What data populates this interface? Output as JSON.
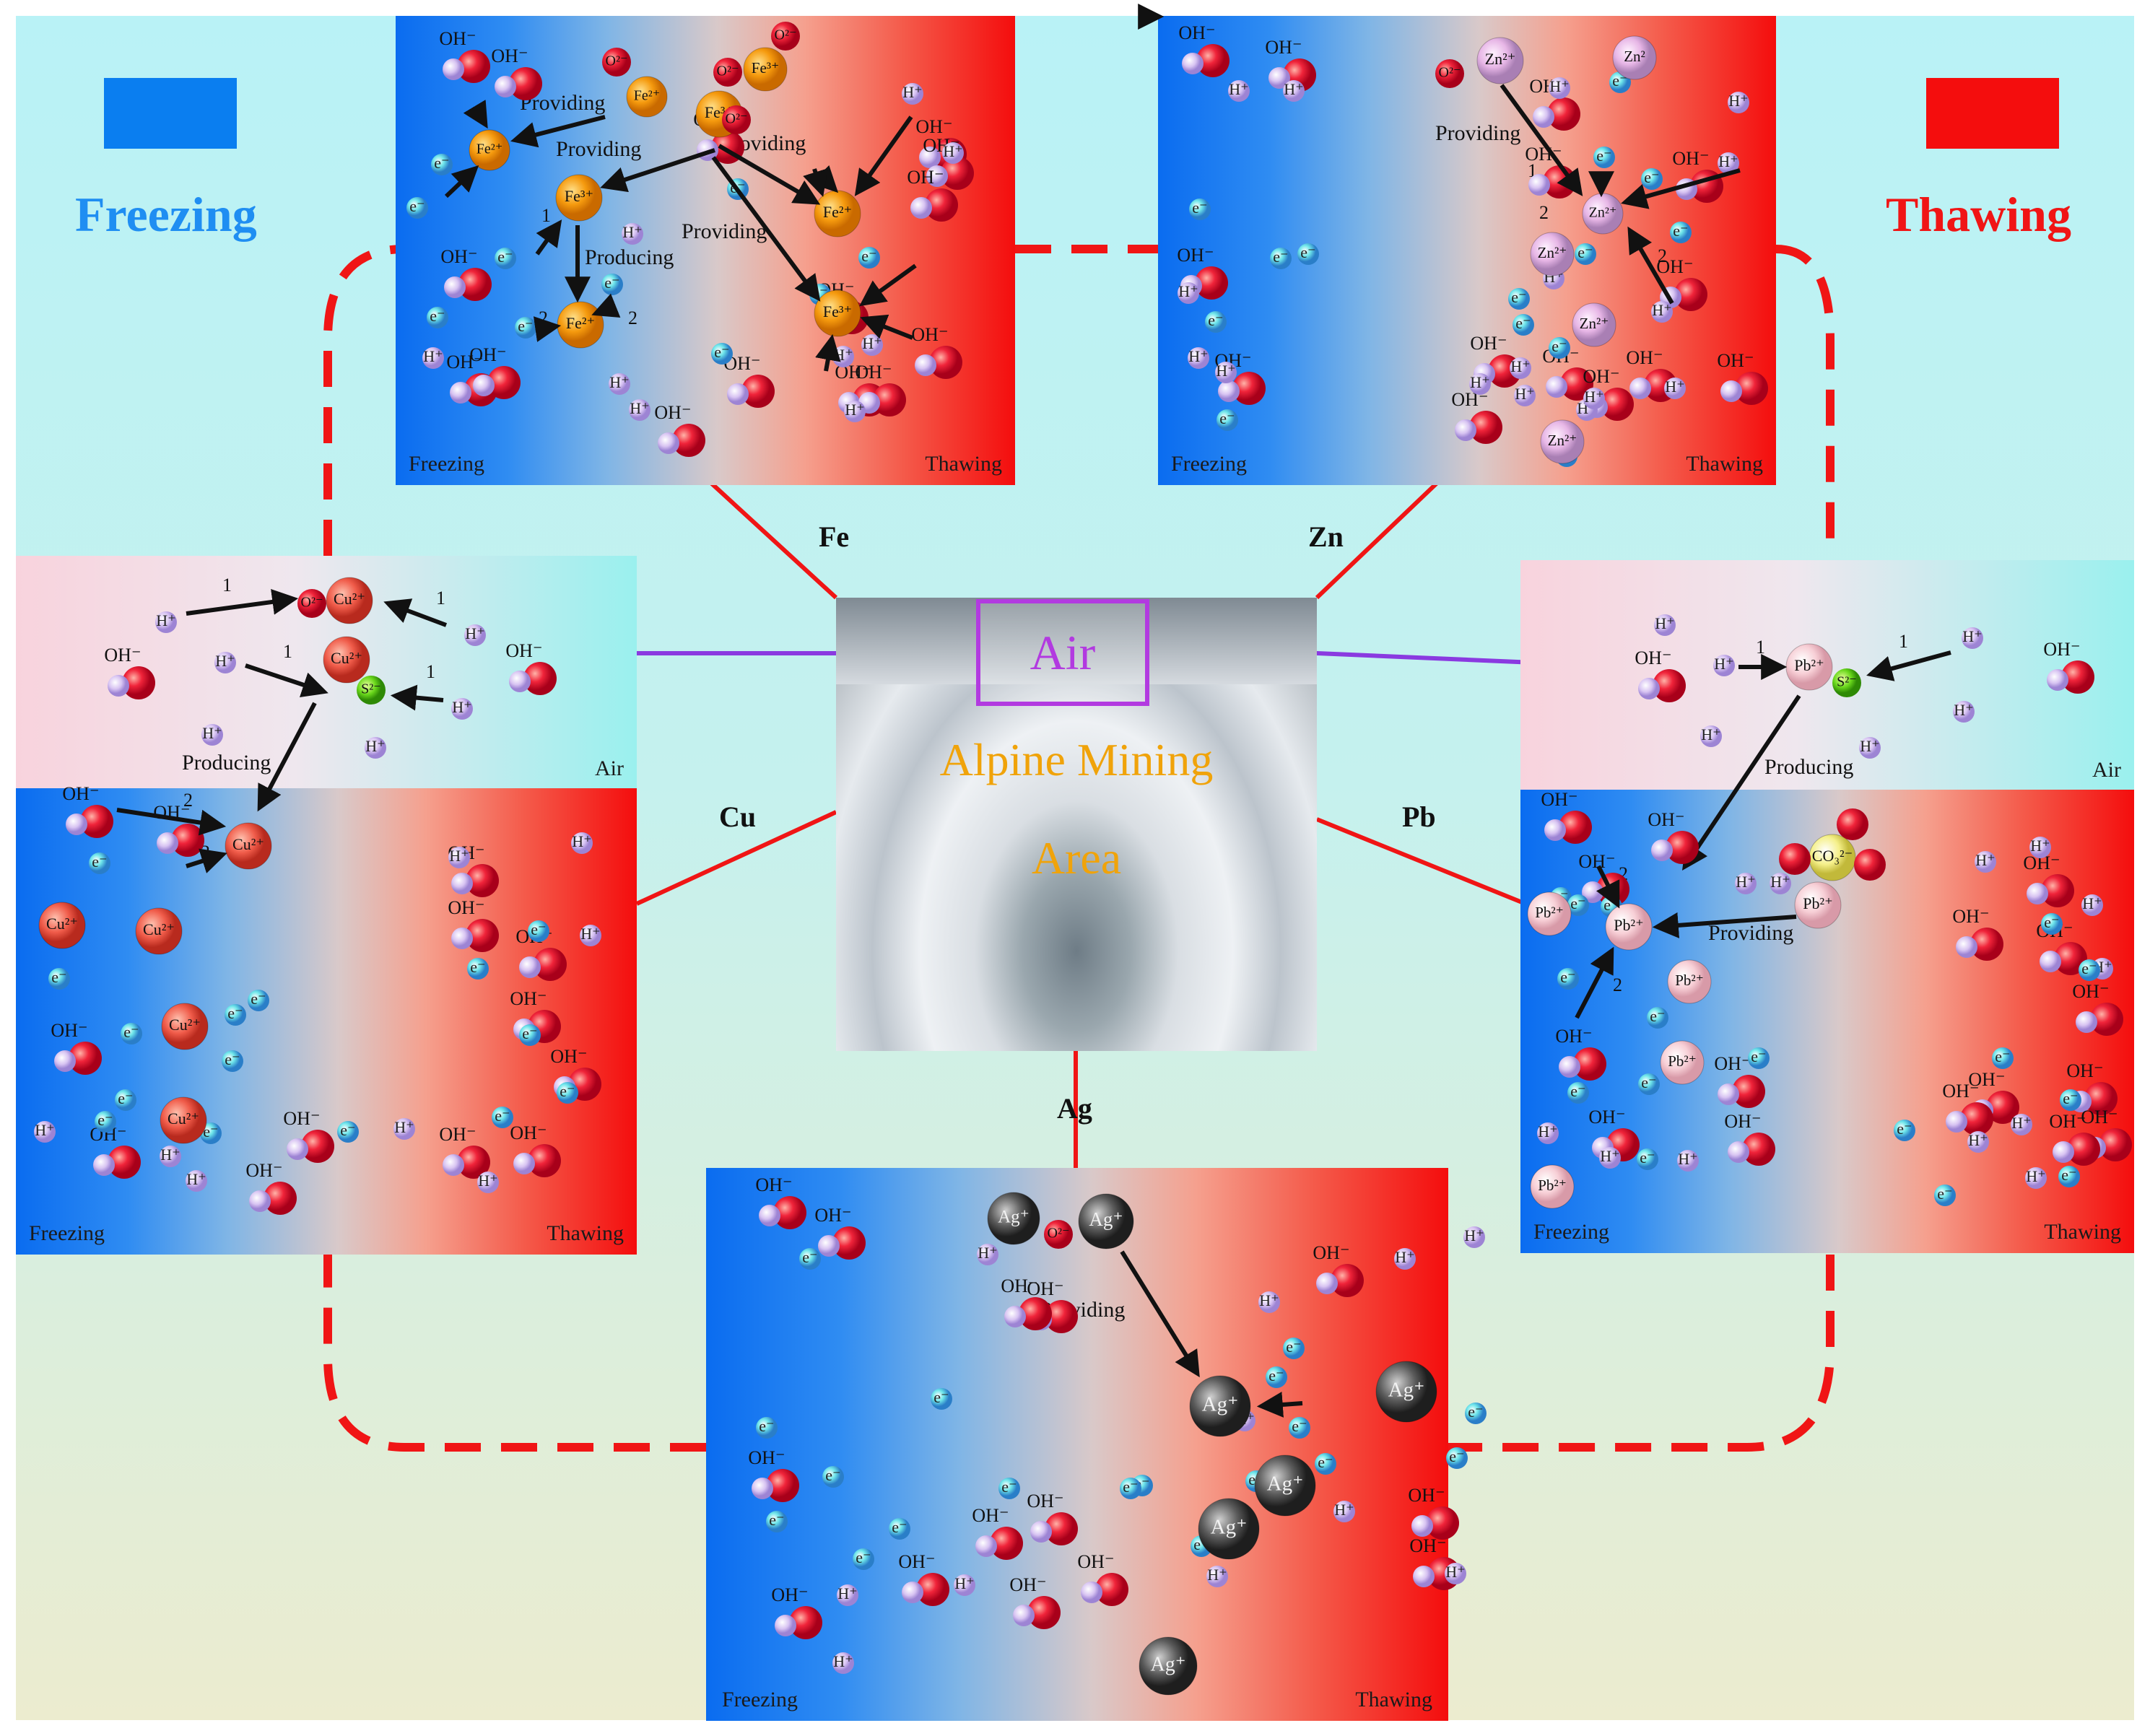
{
  "legend": {
    "freezing_label": "Freezing",
    "thawing_label": "Thawing",
    "freezing_color": "#0a7ef0",
    "thawing_color": "#f40d0d"
  },
  "center": {
    "air_label": "Air",
    "title_line1": "Alpine Mining",
    "title_line2": "Area"
  },
  "metal_labels": {
    "fe": "Fe",
    "zn": "Zn",
    "cu": "Cu",
    "pb": "Pb",
    "ag": "Ag"
  },
  "panel_labels": {
    "freezing": "Freezing",
    "thawing": "Thawing",
    "air": "Air"
  },
  "words": {
    "providing": "Providing",
    "producing": "Producing",
    "step1": "1",
    "step2": "2"
  },
  "species": {
    "oh": "OH⁻",
    "h": "H⁺",
    "e": "e⁻",
    "o2": "O²⁻",
    "s2": "S²⁻",
    "fe2": "Fe²⁺",
    "fe3": "Fe³⁺",
    "zn2": "Zn²⁺",
    "zn2_short": "Zn²",
    "cu2": "Cu²⁺",
    "pb2": "Pb²⁺",
    "co3": "CO₃²⁻",
    "ag": "Ag⁺"
  },
  "colors": {
    "fe": "#f59a0e",
    "zn": "#e7b6e6",
    "cu": "#f05c4a",
    "pb": "#f7cfd6",
    "ag": "#4a4a4a",
    "cycle": "#f01515",
    "air_line": "#8a3ae0"
  }
}
